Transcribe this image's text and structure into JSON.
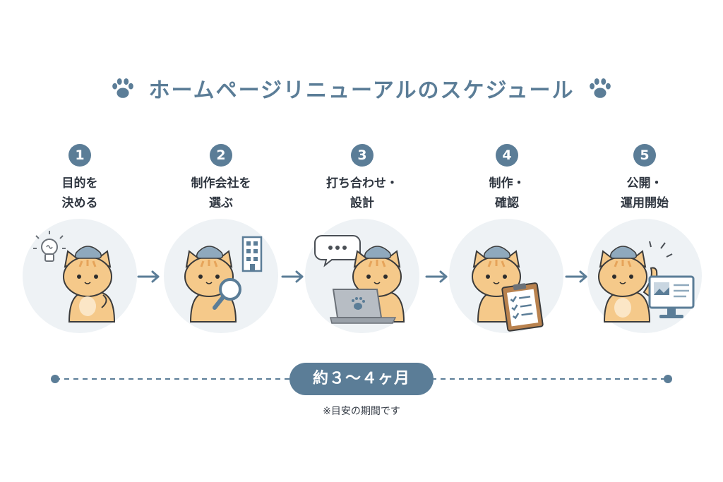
{
  "title": "ホームページリニューアルのスケジュール",
  "colors": {
    "accent": "#5b7d97",
    "circle_bg": "#eef2f5",
    "cat": "#f5c98a",
    "stripe": "#e6a45a"
  },
  "steps": [
    {
      "number": "1",
      "line1": "目的を",
      "line2": "決める",
      "prop": "lightbulb-icon"
    },
    {
      "number": "2",
      "line1": "制作会社を",
      "line2": "選ぶ",
      "prop": "building-icon"
    },
    {
      "number": "3",
      "line1": "打ち合わせ・",
      "line2": "設計",
      "prop": "laptop-icon"
    },
    {
      "number": "4",
      "line1": "制作・",
      "line2": "確認",
      "prop": "clipboard-icon"
    },
    {
      "number": "5",
      "line1": "公開・",
      "line2": "運用開始",
      "prop": "monitor-icon"
    }
  ],
  "timeline": {
    "duration": "約３〜４ヶ月",
    "note": "※目安の期間です"
  }
}
